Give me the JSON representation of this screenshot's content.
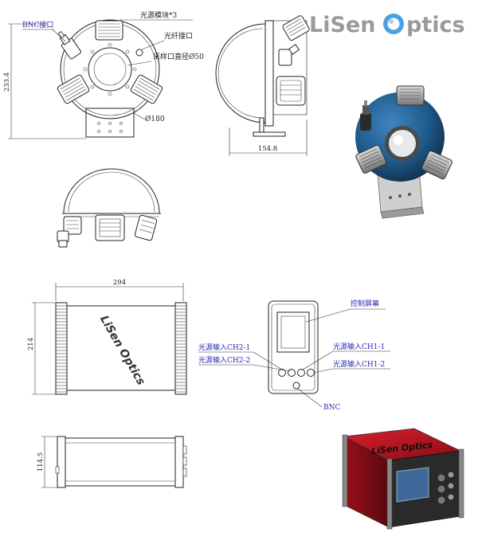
{
  "brand": {
    "logo_text_left": "LiSen",
    "logo_text_right": "ptics",
    "logo_letter": "O",
    "logo_accent": "#4aa0e0",
    "logo_gray": "#9a9a9a"
  },
  "sphere_front": {
    "label_bnc": "BNC接口",
    "label_light_modules": "光源模块*3",
    "label_fiber": "光纤接口",
    "label_sampling": "采样口直径Ø50",
    "label_diameter": "Ø180",
    "dim_height": "233.4"
  },
  "sphere_side": {
    "dim_width": "154.8"
  },
  "controller_top": {
    "dim_width": "294",
    "dim_depth": "214",
    "brand_mark": "LiSen Optics"
  },
  "controller_front": {
    "label_screen": "控制屏幕",
    "label_ch2_1": "光源输入CH2-1",
    "label_ch2_2": "光源输入CH2-2",
    "label_ch1_1": "光源输入CH1-1",
    "label_ch1_2": "光源输入CH1-2",
    "label_bnc": "BNC"
  },
  "controller_side": {
    "dim_height": "114.5"
  },
  "render_sphere": {
    "body_color": "#1f5a8a"
  },
  "render_controller": {
    "body_color": "#b2101c",
    "screen_color": "#3d6a9a"
  }
}
